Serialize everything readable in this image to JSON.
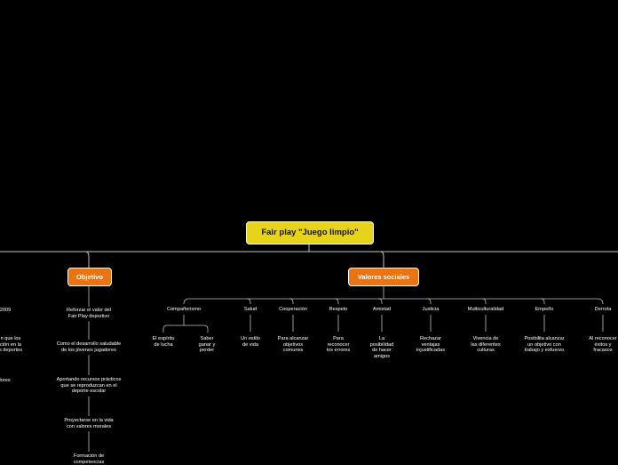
{
  "root": {
    "label": "Fair play \"Juego limpio\""
  },
  "objetivo": {
    "label": "Objetivo",
    "items": [
      "Reforzar el valor del\nFair Play deportivo",
      "Como el desarrollo saludable\nde los jóvenes jugadores",
      "Aportando recursos prácticos\nque se reproduzcan en el\ndeporte escolar",
      "Proyectarse en la vida\ncon valores morales",
      "Formación de\ncompetencias"
    ]
  },
  "left_partial": [
    "2009",
    "n que los\nción en la\ns deportes",
    "alores"
  ],
  "valores": {
    "label": "Valores sociales",
    "branches": [
      {
        "name": "Compañerismo",
        "children": [
          "El espíritu\nde lucha",
          "Saber\nganar y\nperder"
        ]
      },
      {
        "name": "Salud",
        "children": [
          "Un estilo\nde vida"
        ]
      },
      {
        "name": "Cooperación",
        "children": [
          "Para alcanzar\nobjetivos\ncomunes"
        ]
      },
      {
        "name": "Respeto",
        "children": [
          "Para\nreconocer\nlos errores"
        ]
      },
      {
        "name": "Amistad",
        "children": [
          "La\nposibilidad\nde hacer\namigos"
        ]
      },
      {
        "name": "Justicia",
        "children": [
          "Rechazar\nventajas\ninjustificadas"
        ]
      },
      {
        "name": "Multiculturalidad",
        "children": [
          "Vivencia de\nlas diferentes\nculturas"
        ]
      },
      {
        "name": "Empeño",
        "children": [
          "Posibilita alcanzar\nun objetivo con\ntrabajo y esfuerzo"
        ]
      },
      {
        "name": "Derrota",
        "children": [
          "Al reconocer\néxitos y\nfracasos"
        ]
      }
    ]
  },
  "colors": {
    "root_fill": "#e7d319",
    "node_fill": "#ec7312",
    "line": "#bfbfbf",
    "background": "#000000"
  }
}
